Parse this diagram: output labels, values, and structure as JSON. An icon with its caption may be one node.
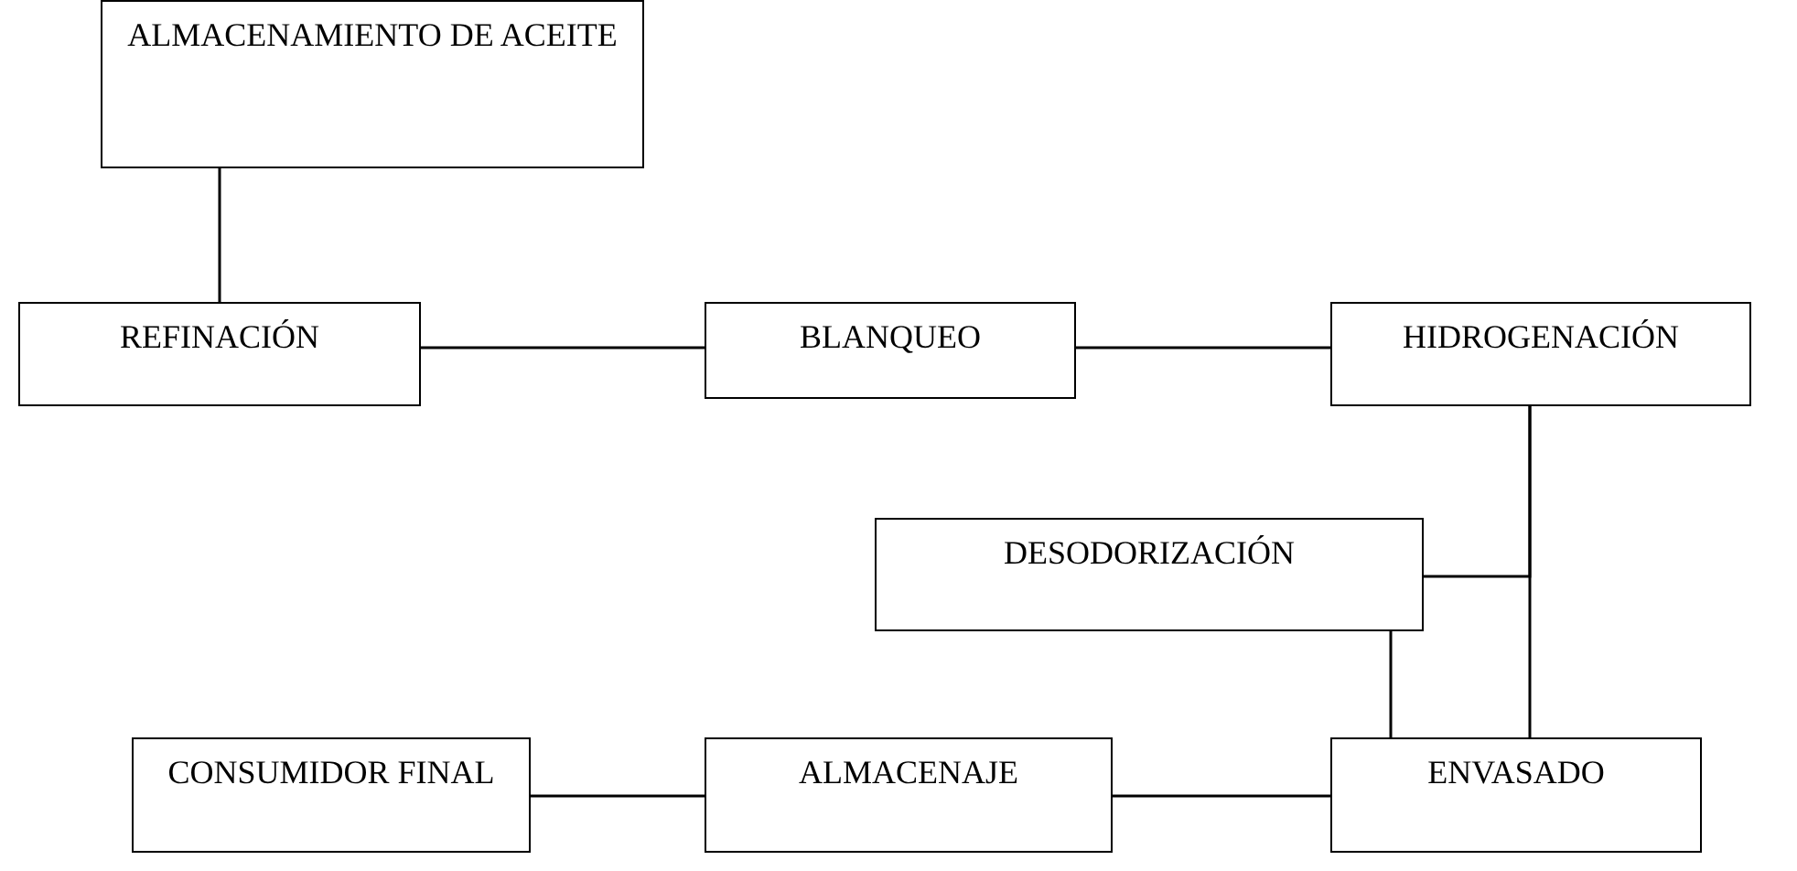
{
  "diagram": {
    "nodes": [
      {
        "text": [
          "ALMACENAMIENTO DE ACEITE"
        ]
      },
      {
        "text": [
          "REFINACIÓN"
        ]
      },
      {
        "text": [
          "BLANQUEO"
        ]
      },
      {
        "text": [
          "HIDROGENACIÓN"
        ]
      },
      {
        "text": [
          "DESODORIZACIÓN"
        ]
      },
      {
        "text": [
          "CONSUMIDOR FINAL"
        ]
      },
      {
        "text": [
          "ALMACENAJE"
        ]
      },
      {
        "text": [
          "ENVASADO"
        ]
      }
    ],
    "edges": [
      {
        "from": 0,
        "to": 1,
        "arrow": "none"
      },
      {
        "from": 1,
        "to": 2,
        "arrow": "none"
      },
      {
        "from": 2,
        "to": 3,
        "arrow": "none"
      },
      {
        "from": 3,
        "to": 4,
        "arrow": "none"
      },
      {
        "from": 3,
        "to": 7,
        "arrow": "none"
      },
      {
        "from": 4,
        "to": 7,
        "arrow": "none"
      },
      {
        "from": 7,
        "to": 6,
        "arrow": "none"
      },
      {
        "from": 6,
        "to": 5,
        "arrow": "none"
      }
    ]
  }
}
